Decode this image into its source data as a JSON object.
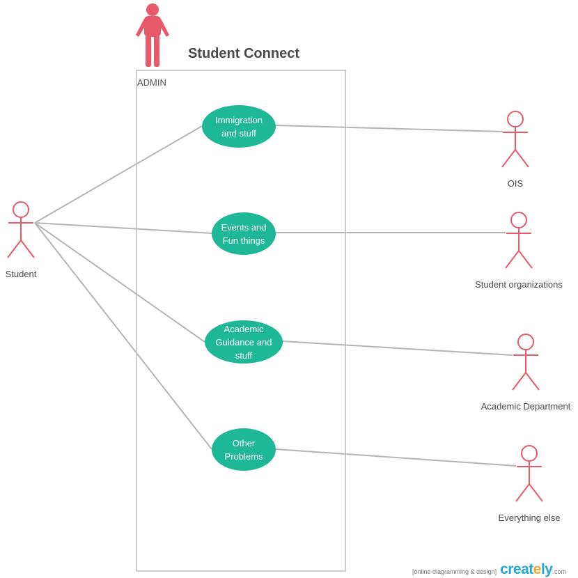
{
  "diagram": {
    "title": "Student Connect",
    "system_label": "ADMIN",
    "use_cases": [
      {
        "id": "immigration",
        "label_lines": [
          "Immigration",
          "and stuff"
        ]
      },
      {
        "id": "events",
        "label_lines": [
          "Events and",
          "Fun things"
        ]
      },
      {
        "id": "academic",
        "label_lines": [
          "Academic",
          "Guidance and",
          "stuff"
        ]
      },
      {
        "id": "other",
        "label_lines": [
          "Other",
          "Problems"
        ]
      }
    ],
    "actors": [
      {
        "id": "student",
        "label": "Student"
      },
      {
        "id": "ois",
        "label": "OIS"
      },
      {
        "id": "orgs",
        "label": "Student organizations"
      },
      {
        "id": "dept",
        "label": "Academic Department"
      },
      {
        "id": "else",
        "label": "Everything else"
      }
    ],
    "links": [
      [
        "student",
        "immigration"
      ],
      [
        "student",
        "events"
      ],
      [
        "student",
        "academic"
      ],
      [
        "student",
        "other"
      ],
      [
        "immigration",
        "ois"
      ],
      [
        "events",
        "orgs"
      ],
      [
        "academic",
        "dept"
      ],
      [
        "other",
        "else"
      ]
    ],
    "colors": {
      "actor": "#e8596a",
      "use_case": "#1fb896",
      "line": "#b5b5b5",
      "border": "#bdbdbd"
    }
  },
  "watermark": {
    "tag": "[online diagramming & design]",
    "brand_pre": "creat",
    "brand_accent": "e",
    "brand_post": "ly",
    "suffix": ".com"
  }
}
